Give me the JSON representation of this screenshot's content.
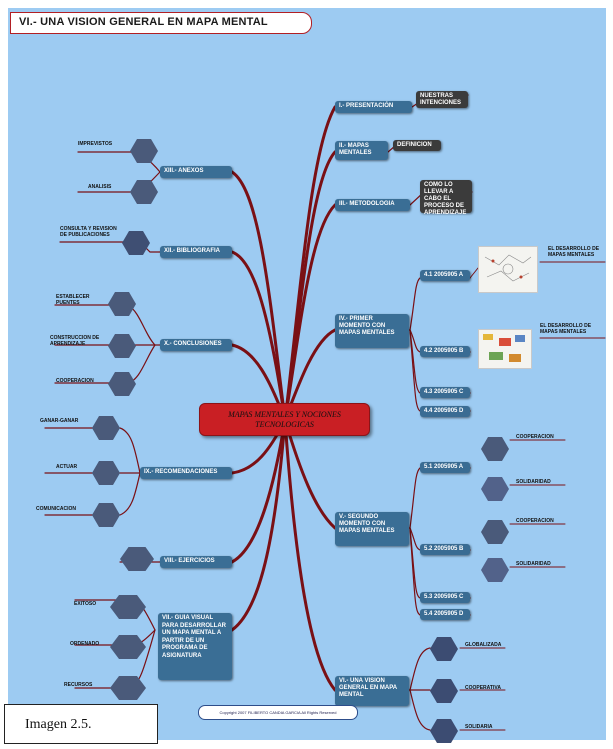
{
  "title": "VI.- UNA VISION  GENERAL EN MAPA MENTAL",
  "central": "MAPAS MENTALES  Y NOCIONES TECNOLOGICAS",
  "branches_right": {
    "b1": "I.- PRESENTACIÓN",
    "b1_child": "NUESTRAS INTENCIONES",
    "b2": "II.- MAPAS MENTALES",
    "b2_child": "DEFINICION",
    "b3": "III.- METODOLOGIA",
    "b3_child": "COMO LO LLEVAR A CABO EL PROCESO DE APRENDIZAJE",
    "b4": "IV.- PRIMER MOMENTO CON MAPAS MENTALES",
    "b4_items": [
      "4.1 2005905 A",
      "4.2 2005905 B",
      "4.3 2005905 C",
      "4.4 2005905 D"
    ],
    "b4_notes": [
      "EL DESARROLLO DE MAPAS MENTALES",
      "EL DESARROLLO DE MAPAS MENTALES"
    ],
    "b5": "V.- SEGUNDO MOMENTO CON MAPAS MENTALES",
    "b5_items": [
      "5.1 2005905 A",
      "5.2 2005905 B",
      "5.3 2005905 C",
      "5.4 2005905 D"
    ],
    "b5_notes": [
      "COOPERACION",
      "SOLIDARIDAD",
      "COOPERACION",
      "SOLIDARIDAD"
    ],
    "b6": "VI.- UNA VISION GENERAL EN MAPA MENTAL",
    "b6_notes": [
      "GLOBALIZADA",
      "COOPERATIVA",
      "SOLIDARIA"
    ]
  },
  "branches_left": {
    "xiii": "XIII.- ANEXOS",
    "xiii_notes": [
      "IMPREVISTOS",
      "ANALISIS"
    ],
    "xii": "XII.- BIBLIOGRAFIA",
    "xii_note": "CONSULTA Y REVISION DE PUBLICACIONES",
    "xi": "X.- CONCLUSIONES",
    "xi_notes": [
      "ESTABLECER PUENTES",
      "CONSTRUCCION DE APRENDIZAJE",
      "COOPERACION"
    ],
    "ix": "IX.- RECOMENDACIONES",
    "ix_notes": [
      "GANAR-GANAR",
      "ACTUAR",
      "COMUNICACION"
    ],
    "viii": "VIII.- EJERCICIOS",
    "vii": "VII.- GUIA VISUAL PARA DESARROLLAR UN MAPA MENTAL A PARTIR DE UN PROGRAMA DE ASIGNATURA",
    "vii_notes": [
      "EXITOSO",
      "ORDENADO",
      "RECURSOS"
    ]
  },
  "caption": "Imagen 2.5.",
  "copyright": "Copyright 2007 FILIBERTO CANDIA GARCIA All Rights Reserved",
  "colors": {
    "background": "#9dcbf2",
    "branch": "#8b1418",
    "node": "#3d6f96",
    "central": "#c91f24"
  }
}
